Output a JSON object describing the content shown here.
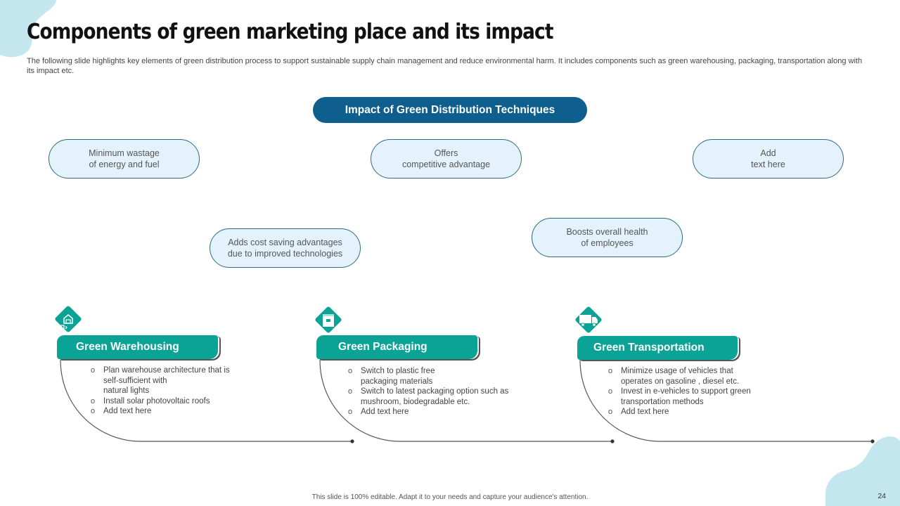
{
  "slide": {
    "title": "Components of green marketing place and its impact",
    "description": "The following slide highlights key elements of green distribution process to support sustainable supply chain management and reduce environmental harm. It includes components such as green warehousing, packaging, transportation along with its impact etc.",
    "header": "Impact of Green Distribution  Techniques",
    "footer": "This slide is 100% editable.  Adapt it to your needs and capture your audience's attention.",
    "page_number": "24"
  },
  "colors": {
    "header_blue": "#0e5f8e",
    "teal": "#0ba396",
    "pill_fill": "#e4f3fb",
    "pill_border": "#2e6a84",
    "decor": "#c3e6ef"
  },
  "impacts": [
    {
      "text": "Minimum wastage\n of energy and fuel"
    },
    {
      "text": "Offers\ncompetitive  advantage"
    },
    {
      "text": "Add\ntext here"
    },
    {
      "text": "Adds cost saving advantages\n due to improved  technologies"
    },
    {
      "text": "Boosts overall  health\nof employees"
    }
  ],
  "components": [
    {
      "title": "Green Warehousing",
      "icon": "warehouse-icon",
      "bullets": [
        "Plan warehouse architecture that is\nself-sufficient with\nnatural lights",
        "Install solar photovoltaic roofs",
        "Add text here"
      ]
    },
    {
      "title": "Green Packaging",
      "icon": "package-box-icon",
      "bullets": [
        "Switch to plastic free\npackaging materials",
        "Switch to latest packaging option such as\nmushroom, biodegradable etc.",
        "Add text here"
      ]
    },
    {
      "title": "Green Transportation",
      "icon": "delivery-truck-icon",
      "bullets": [
        "Minimize usage of vehicles that\noperates on gasoline , diesel etc.",
        "Invest in e-vehicles to support green\ntransportation methods",
        "Add text here"
      ]
    }
  ]
}
